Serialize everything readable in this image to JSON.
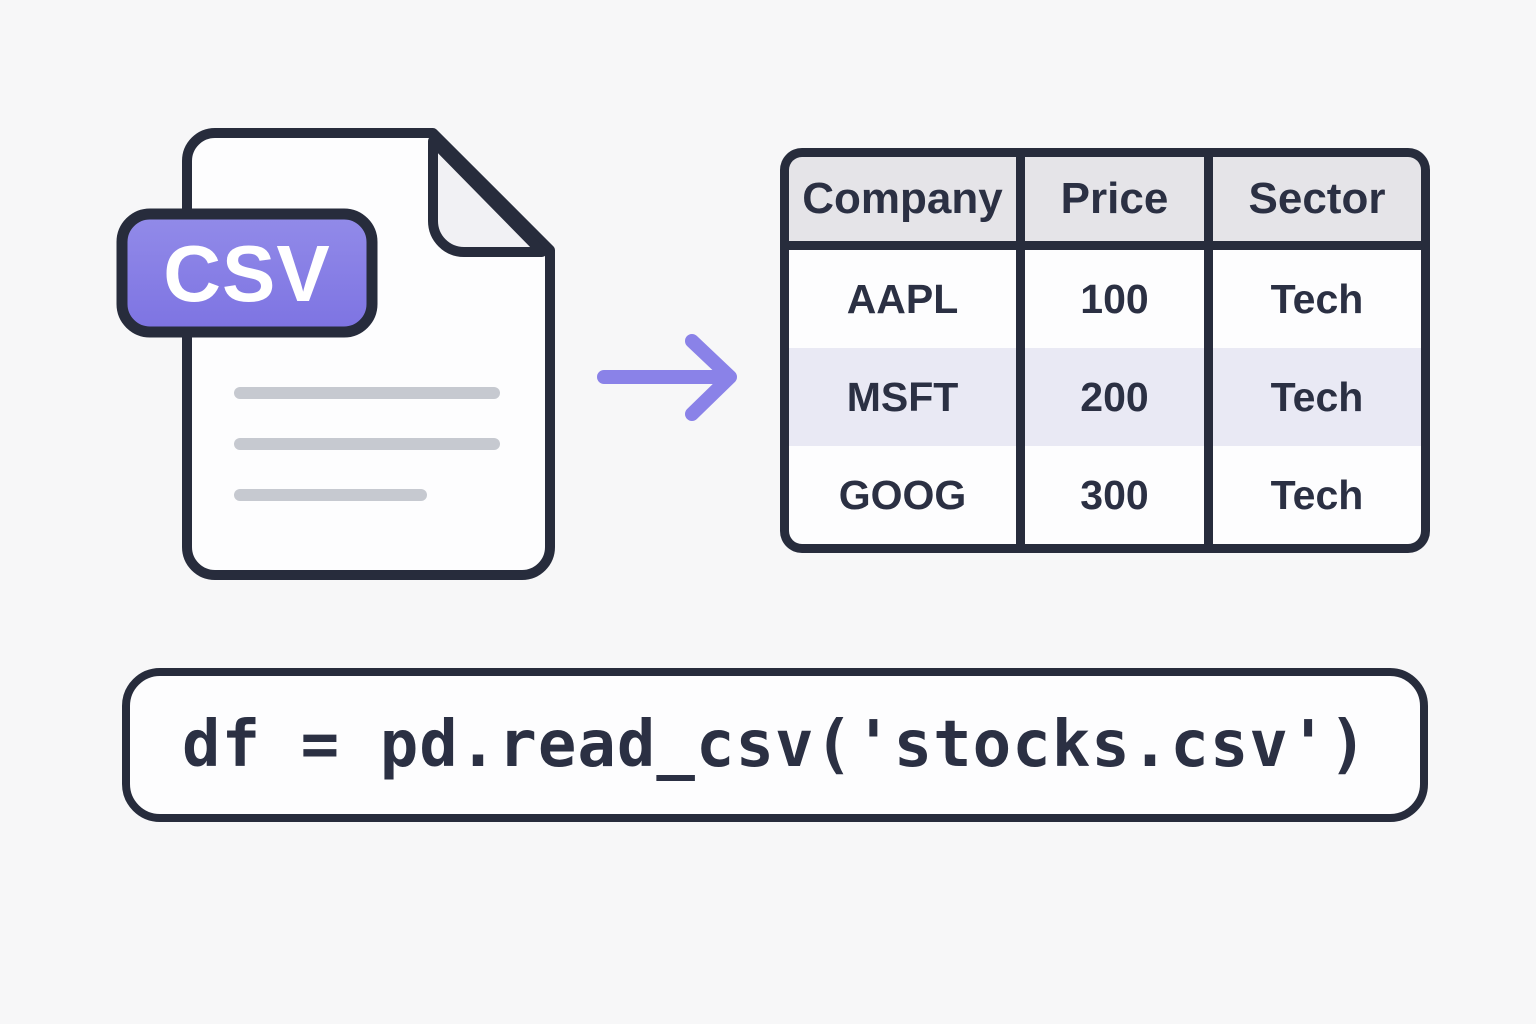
{
  "file_icon": {
    "badge_label": "CSV"
  },
  "table": {
    "columns": [
      "Company",
      "Price",
      "Sector"
    ],
    "rows": [
      [
        "AAPL",
        "100",
        "Tech"
      ],
      [
        "MSFT",
        "200",
        "Tech"
      ],
      [
        "GOOG",
        "300",
        "Tech"
      ]
    ]
  },
  "code": {
    "text": "df = pd.read_csv('stocks.csv')"
  },
  "colors": {
    "background": "#f7f7f8",
    "outline_dark": "#272c3c",
    "accent_purple": "#8a82e8",
    "badge_gradient_top": "#928be9",
    "badge_gradient_bottom": "#7d73e2",
    "row_stripe": "#e9e9f4",
    "header_bg": "#e5e4e8",
    "doc_line_gray": "#c6c9d0",
    "text_dark": "#2b3043"
  }
}
